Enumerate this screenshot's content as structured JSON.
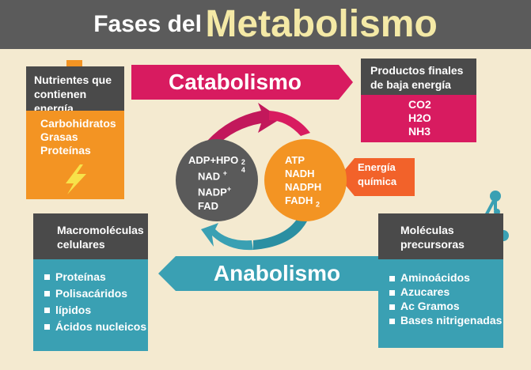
{
  "title": {
    "part1": "Fases del",
    "part2": "Metabolismo"
  },
  "catabolismo": {
    "label": "Catabolismo"
  },
  "anabolismo": {
    "label": "Anabolismo"
  },
  "nutrients": {
    "header": "Nutrientes que contienen energía",
    "items": [
      "Carbohidratos",
      "Grasas",
      "Proteínas"
    ]
  },
  "final_products": {
    "header": "Productos finales de baja energía",
    "items": [
      "CO2",
      "H2O",
      "NH3"
    ]
  },
  "macromolecules": {
    "header": "Macromoléculas celulares",
    "items": [
      "Proteínas",
      "Polisacáridos",
      "lípidos",
      "Ácidos nucleicos"
    ]
  },
  "precursors": {
    "header": "Moléculas precursoras",
    "items": [
      "Aminoácidos",
      "Azucares",
      "Ac Gramos",
      "Bases nitrigenadas"
    ]
  },
  "chemical_energy": {
    "label": "Energía química"
  },
  "low_energy_circle": {
    "line1": "ADP+HPO",
    "line1_sup": "2",
    "line1_sub": "4",
    "line2": "NAD",
    "line2_sup": "+",
    "line3": "NADP",
    "line3_sup": "+",
    "line4": "FAD"
  },
  "high_energy_circle": {
    "line1": "ATP",
    "line2": "NADH",
    "line3": "NADPH",
    "line4": "FADH",
    "line4_sub": "2"
  },
  "colors": {
    "magenta": "#d81b60",
    "orange": "#f39423",
    "teal": "#3aa0b3",
    "dark_gray": "#4a4a4a",
    "light_gray": "#5a5a5a",
    "energy_orange": "#f2622a",
    "background": "#f4ead0",
    "lightning": "#f7e24a"
  },
  "icons": [
    "lightning-icon",
    "molecule-icon"
  ]
}
